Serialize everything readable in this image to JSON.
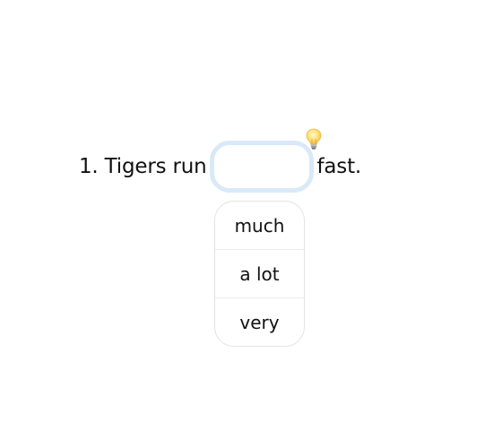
{
  "question": {
    "prefix": "1. Tigers run",
    "suffix": "fast.",
    "blank_value": ""
  },
  "hint": {
    "icon": "lightbulb-icon"
  },
  "options": [
    {
      "label": "much"
    },
    {
      "label": "a lot"
    },
    {
      "label": "very"
    }
  ],
  "colors": {
    "blank_border": "#d9e9f8",
    "option_border": "#e3e3e3",
    "text": "#111111"
  }
}
